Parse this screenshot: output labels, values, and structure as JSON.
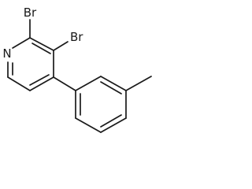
{
  "structure": {
    "atom_labels": {
      "br_c2": "Br",
      "br_c3": "Br",
      "ring_n": "N"
    },
    "colors": {
      "bond": "#1a1a1a",
      "text": "#1a1a1a",
      "background": "#ffffff"
    }
  }
}
